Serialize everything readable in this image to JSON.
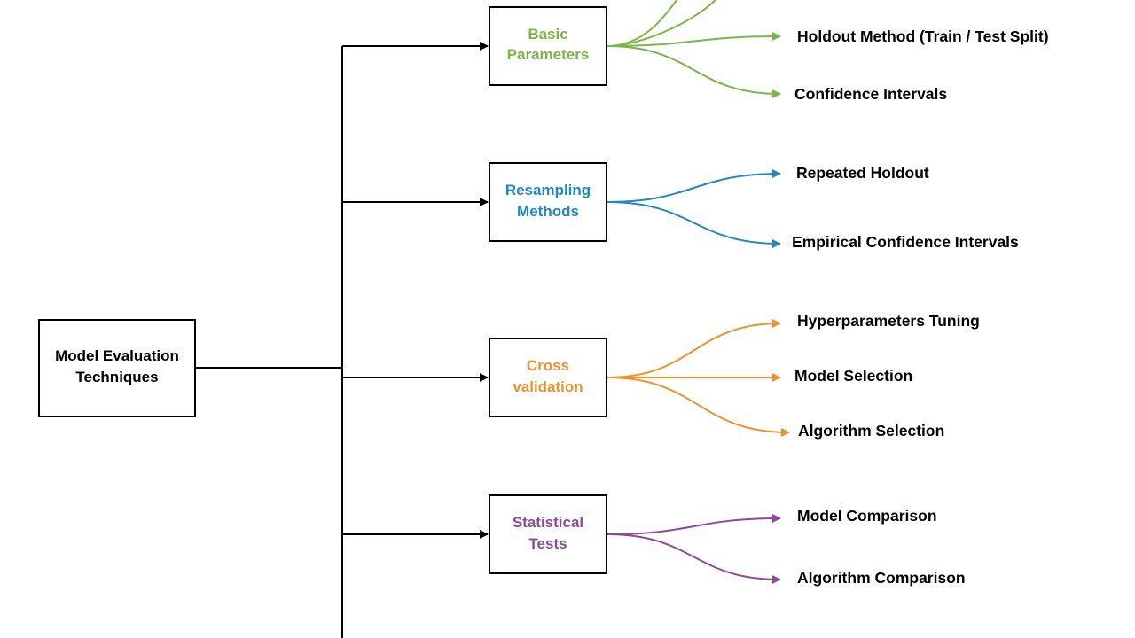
{
  "diagram": {
    "title": "Model Evaluation Techniques",
    "root": {
      "label_lines": [
        "Model Evaluation",
        "Techniques"
      ],
      "color": "#000000"
    },
    "categories": [
      {
        "id": "basic-parameters",
        "label_lines": [
          "Basic",
          "Parameters"
        ],
        "color": "#7ab648",
        "leaves": [
          "Holdout Method (Train / Test Split)",
          "Confidence Intervals"
        ],
        "offscreen_branches": 2
      },
      {
        "id": "resampling-methods",
        "label_lines": [
          "Resampling",
          "Methods"
        ],
        "color": "#1f88c7",
        "leaves": [
          "Repeated Holdout",
          "Empirical Confidence Intervals"
        ],
        "offscreen_branches": 0
      },
      {
        "id": "cross-validation",
        "label_lines": [
          "Cross",
          "validation"
        ],
        "color": "#f0922b",
        "leaves": [
          "Hyperparameters Tuning",
          "Model Selection",
          "Algorithm Selection"
        ],
        "offscreen_branches": 0
      },
      {
        "id": "statistical-tests",
        "label_lines": [
          "Statistical",
          "Tests"
        ],
        "color": "#8e4a9a",
        "leaves": [
          "Model Comparison",
          "Algorithm Comparison"
        ],
        "offscreen_branches": 0
      }
    ]
  }
}
